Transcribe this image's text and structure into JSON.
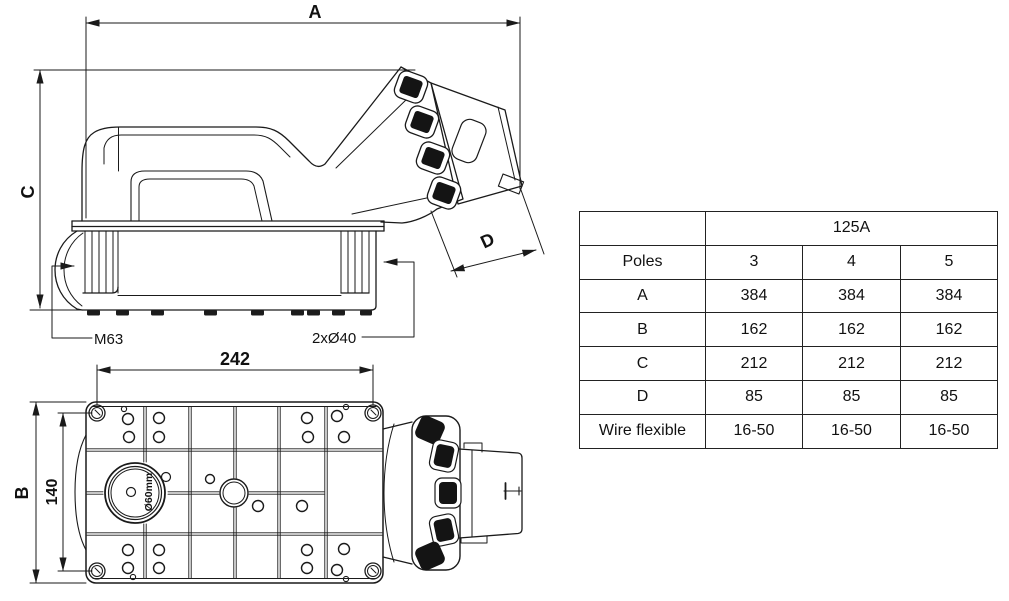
{
  "drawing": {
    "side_view": {
      "dim_length_label": "A",
      "dim_height_label": "C",
      "dim_outlet_label": "D",
      "gland_label": "M63",
      "knockout_label": "2xØ40"
    },
    "bottom_view": {
      "dim_screw_width_label": "242",
      "dim_screw_height_label": "140",
      "dim_body_height_label": "B",
      "hole_label": "Ø60mm"
    }
  },
  "table": {
    "corner_label": "",
    "amperage_header": "125A",
    "rows": [
      {
        "label": "Poles",
        "values": [
          "3",
          "4",
          "5"
        ]
      },
      {
        "label": "A",
        "values": [
          "384",
          "384",
          "384"
        ]
      },
      {
        "label": "B",
        "values": [
          "162",
          "162",
          "162"
        ]
      },
      {
        "label": "C",
        "values": [
          "212",
          "212",
          "212"
        ]
      },
      {
        "label": "D",
        "values": [
          "85",
          "85",
          "85"
        ]
      },
      {
        "label": "Wire flexible",
        "values": [
          "16-50",
          "16-50",
          "16-50"
        ]
      }
    ]
  },
  "colors": {
    "line": "#1a1a1a",
    "fill_dark": "#161616",
    "background": "#ffffff"
  }
}
